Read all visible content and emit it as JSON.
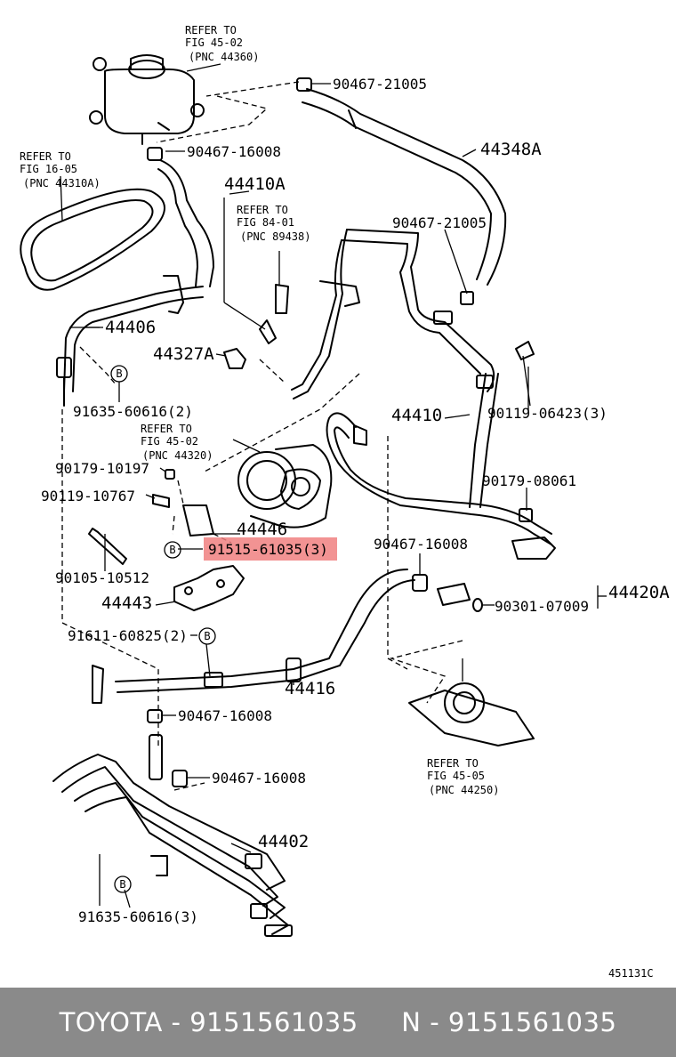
{
  "labels": {
    "ref_4502_top": [
      "REFER TO",
      "FIG 45-02",
      "(PNC 44360)"
    ],
    "ref_1605": [
      "REFER TO",
      "FIG 16-05",
      "(PNC 44310A)"
    ],
    "ref_8401": [
      "REFER TO",
      "FIG 84-01",
      "(PNC 89438)"
    ],
    "ref_4502_mid": [
      "REFER TO",
      "FIG 45-02",
      "(PNC 44320)"
    ],
    "ref_4505": [
      "REFER TO",
      "FIG 45-05",
      "(PNC 44250)"
    ],
    "p_90467_21005_top": "90467-21005",
    "p_44348A": "44348A",
    "p_90467_16008_a": "90467-16008",
    "p_44410A": "44410A",
    "p_90467_21005_mid": "90467-21005",
    "p_44406": "44406",
    "p_44327A": "44327A",
    "p_91635_60616_2": "91635-60616(2)",
    "p_44410": "44410",
    "p_90119_06423": "90119-06423(3)",
    "p_90179_10197": "90179-10197",
    "p_90119_10767": "90119-10767",
    "p_90179_08061": "90179-08061",
    "p_44446": "44446",
    "p_91515_61035": "91515-61035(3)",
    "p_90467_16008_b": "90467-16008",
    "p_90105_10512": "90105-10512",
    "p_44420A": "44420A",
    "p_44443": "44443",
    "p_90301_07009": "90301-07009",
    "p_91611_60825": "91611-60825(2)",
    "p_44416": "44416",
    "p_90467_16008_c": "90467-16008",
    "p_90467_16008_d": "90467-16008",
    "p_44402": "44402",
    "p_91635_60616_3": "91635-60616(3)",
    "marker_b": "B",
    "fig_code": "451131C"
  },
  "footer": {
    "text": "TOYOTA - 9151561035     N - 9151561035"
  },
  "colors": {
    "highlight": "#f08080",
    "footer_bg": "#8a8a8a",
    "footer_text": "#ffffff"
  }
}
